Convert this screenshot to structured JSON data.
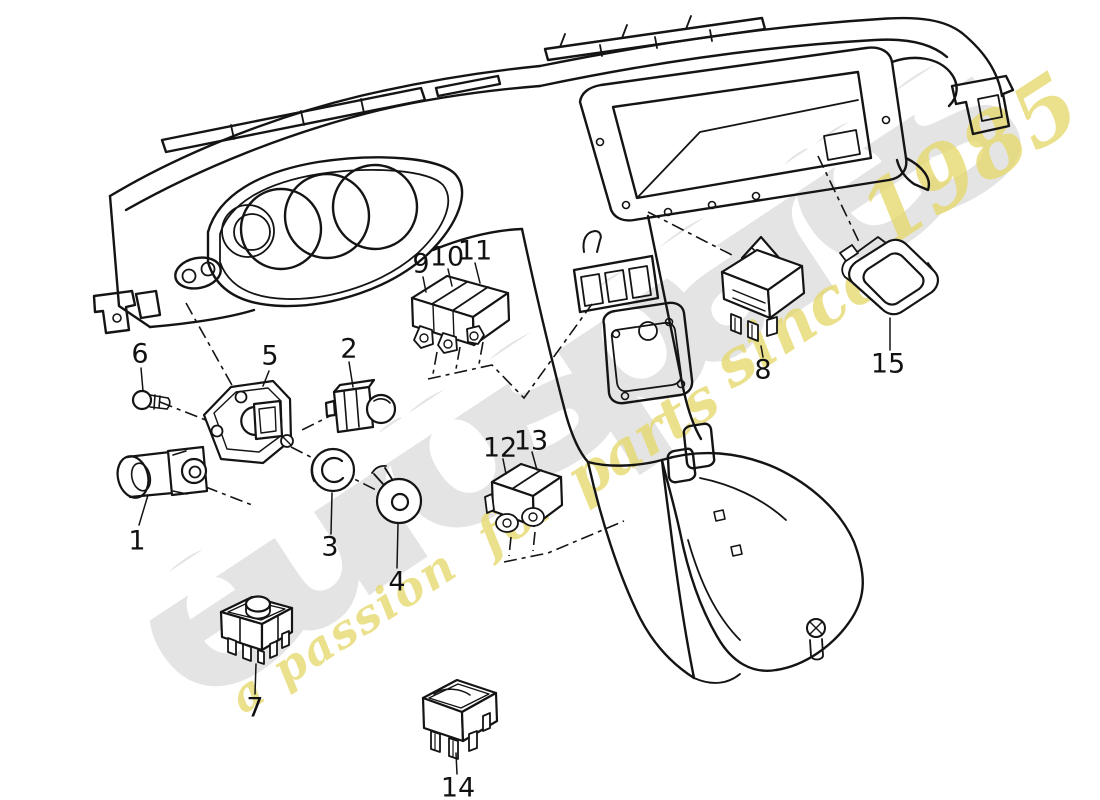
{
  "watermark": {
    "brand": "eurospares",
    "tagline": "a passion for parts since 1985",
    "tagline_parts": [
      "a passion",
      "for",
      "parts",
      "since",
      "1985"
    ],
    "brand_color": "#e4e4e4",
    "tagline_color": "#e6d96e"
  },
  "colors": {
    "line": "#141414",
    "background": "#ffffff"
  },
  "parts": [
    {
      "label": "1"
    },
    {
      "label": "2"
    },
    {
      "label": "3"
    },
    {
      "label": "4"
    },
    {
      "label": "5"
    },
    {
      "label": "6"
    },
    {
      "label": "7"
    },
    {
      "label": "8"
    },
    {
      "label": "9"
    },
    {
      "label": "10"
    },
    {
      "label": "11"
    },
    {
      "label": "12"
    },
    {
      "label": "13"
    },
    {
      "label": "14"
    },
    {
      "label": "15"
    }
  ]
}
